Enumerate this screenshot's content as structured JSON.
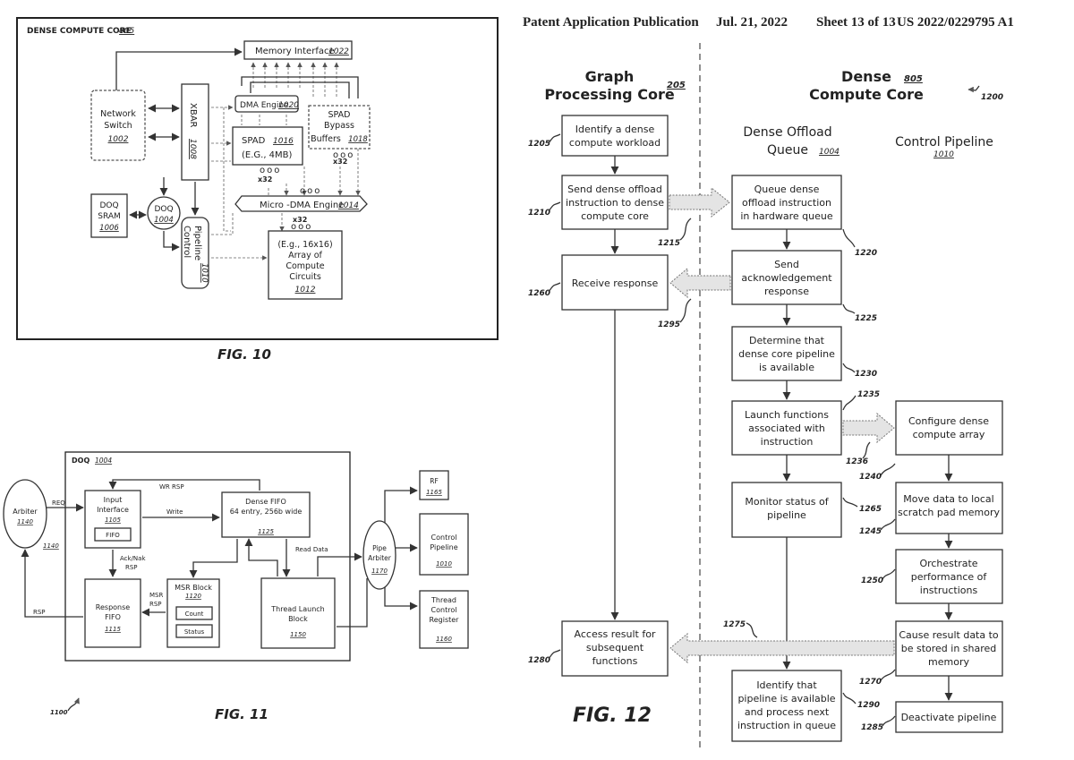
{
  "header": {
    "left": "Patent Application Publication",
    "date": "Jul. 21, 2022",
    "sheet": "Sheet 13 of 13",
    "pubno": "US 2022/0229795 A1"
  },
  "fig10": {
    "caption": "FIG. 10",
    "frame_title": "DENSE COMPUTE CORE",
    "frame_ref": "805",
    "memory_interface": "Memory Interface",
    "memory_interface_ref": "1022",
    "network_switch_l1": "Network",
    "network_switch_l2": "Switch",
    "network_switch_ref": "1002",
    "xbar": "XBAR",
    "xbar_ref": "1008",
    "dma_engine": "DMA Engine",
    "dma_engine_ref": "1020",
    "spad_l1": "SPAD",
    "spad_ref": "1016",
    "spad_l2": "(E.G., 4MB)",
    "spad_bypass_l1": "SPAD",
    "spad_bypass_l2": "Bypass",
    "spad_bypass_l3": "Buffers",
    "spad_bypass_ref": "1018",
    "x32_a": "x32",
    "x32_b": "x32",
    "x32_c": "x32",
    "doq_sram_l1": "DOQ",
    "doq_sram_l2": "SRAM",
    "doq_sram_ref": "1006",
    "doq": "DOQ",
    "doq_ref": "1004",
    "pipeline_control_l1": "Pipeline",
    "pipeline_control_l2": "Control",
    "pipeline_control_ref": "1010",
    "micro_dma": "Micro -DMA Engine",
    "micro_dma_ref": "1014",
    "array_l1": "(E.g., 16x16)",
    "array_l2": "Array of",
    "array_l3": "Compute",
    "array_l4": "Circuits",
    "array_ref": "1012"
  },
  "fig11": {
    "caption": "FIG. 11",
    "figure_ref": "1100",
    "doq": "DOQ",
    "doq_ref": "1004",
    "arbiter": "Arbiter",
    "arbiter_ref": "1140",
    "arbiter_ref2": "1140",
    "req": "REQ",
    "rsp": "RSP",
    "wr_rsp": "WR RSP",
    "write": "Write",
    "input_interface_l1": "Input",
    "input_interface_l2": "Interface",
    "input_interface_ref": "1105",
    "fifo": "FIFO",
    "dense_fifo_l1": "Dense FIFO",
    "dense_fifo_l2": "64 entry, 256b wide",
    "dense_fifo_ref": "1125",
    "ack_nak_l1": "Ack/Nak",
    "ack_nak_l2": "RSP",
    "read_data": "Read Data",
    "msr_rsp_l1": "MSR",
    "msr_rsp_l2": "RSP",
    "response_fifo_l1": "Response",
    "response_fifo_l2": "FIFO",
    "response_fifo_ref": "1115",
    "msr_block": "MSR Block",
    "msr_block_ref": "1120",
    "count": "Count",
    "status": "Status",
    "thread_launch_l1": "Thread Launch",
    "thread_launch_l2": "Block",
    "thread_launch_ref": "1150",
    "pipe_arbiter_l1": "Pipe",
    "pipe_arbiter_l2": "Arbiter",
    "pipe_arbiter_ref": "1170",
    "rf": "RF",
    "rf_ref": "1165",
    "control_pipeline_l1": "Control",
    "control_pipeline_l2": "Pipeline",
    "control_pipeline_ref": "1010",
    "tcr_l1": "Thread",
    "tcr_l2": "Control",
    "tcr_l3": "Register",
    "tcr_ref": "1160"
  },
  "fig12": {
    "caption": "FIG. 12",
    "figure_ref": "1200",
    "col_graph_l1": "Graph",
    "col_graph_l2": "Processing Core",
    "col_graph_ref": "205",
    "col_dense_l1": "Dense",
    "col_dense_l2": "Compute Core",
    "col_dense_ref": "805",
    "dense_offload_l1": "Dense Offload",
    "dense_offload_l2": "Queue",
    "dense_offload_ref": "1004",
    "control_pipeline": "Control Pipeline",
    "control_pipeline_ref": "1010",
    "b1205_l1": "Identify a dense",
    "b1205_l2": "compute workload",
    "r1205": "1205",
    "b1210_l1": "Send dense offload",
    "b1210_l2": "instruction to dense",
    "b1210_l3": "compute core",
    "r1210": "1210",
    "r1215": "1215",
    "b1220_l1": "Queue dense",
    "b1220_l2": "offload instruction",
    "b1220_l3": "in hardware queue",
    "r1220": "1220",
    "b1260": "Receive response",
    "r1260": "1260",
    "b1225_l1": "Send",
    "b1225_l2": "acknowledgement",
    "b1225_l3": "response",
    "r1225": "1225",
    "r1295": "1295",
    "b1230_l1": "Determine that",
    "b1230_l2": "dense core pipeline",
    "b1230_l3": "is available",
    "r1230": "1230",
    "b1235_l1": "Launch functions",
    "b1235_l2": "associated with",
    "b1235_l3": "instruction",
    "r1235": "1235",
    "r1236": "1236",
    "b1240_l1": "Configure dense",
    "b1240_l2": "compute array",
    "r1240": "1240",
    "b1265_l1": "Monitor status of",
    "b1265_l2": "pipeline",
    "r1265": "1265",
    "b1245_l1": "Move data to local",
    "b1245_l2": "scratch pad memory",
    "r1245": "1245",
    "b1250_l1": "Orchestrate",
    "b1250_l2": "performance of",
    "b1250_l3": "instructions",
    "r1250": "1250",
    "r1275": "1275",
    "b1280_l1": "Access result for",
    "b1280_l2": "subsequent",
    "b1280_l3": "functions",
    "r1280": "1280",
    "b1270_l1": "Cause result data to",
    "b1270_l2": "be stored in shared",
    "b1270_l3": "memory",
    "r1270": "1270",
    "b1290_l1": "Identify that",
    "b1290_l2": "pipeline is available",
    "b1290_l3": "and process next",
    "b1290_l4": "instruction in queue",
    "r1290": "1290",
    "b1285": "Deactivate pipeline",
    "r1285": "1285"
  }
}
